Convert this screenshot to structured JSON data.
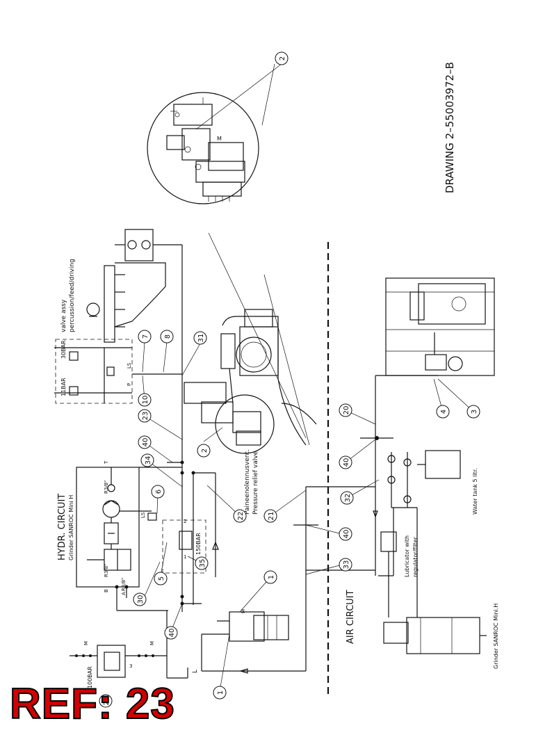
{
  "drawing_number": "DRAWING 2–55003972–B",
  "reference_label": "REF: 23",
  "reference_color": "#d40000",
  "sections": {
    "hydraulic_title": "HYDR. CIRCUIT",
    "hydraulic_subtitle": "Grinder SANROC Mini H",
    "air_title": "AIR CIRCUIT",
    "air_subtitle": "Grinder SANROC Mini.H"
  },
  "labels": {
    "valve_assy_1": "valve assy",
    "valve_assy_2": "percussion/feed/driving",
    "relief_fi": "Paineenolennusvent.",
    "relief_en": "Pressure relief valve",
    "water_tank": "Water tank 5 litr.",
    "lubricator_1": "Lubricator with",
    "lubricator_2": "regulator/filter",
    "bar_30": "30BAR",
    "bar_11": "11BAR",
    "bar_150": "150BAR",
    "bar_100": "100BAR",
    "port_r38_a": "R3/8\"",
    "port_r38_b": "R3/8\"",
    "port_r38_c": "R3/8\"",
    "port_t": "T",
    "port_a": "A",
    "port_b": "B",
    "port_ls": "LS",
    "port_p": "P",
    "port_ls2": "LS",
    "port_m1": "M",
    "port_m2": "M",
    "port_m3": "M",
    "num_1": "1",
    "num_2": "2",
    "num_3": "3",
    "num_l": "L"
  },
  "balloons": [
    "2",
    "7",
    "8",
    "31",
    "10",
    "23",
    "40",
    "2",
    "34",
    "6",
    "22",
    "21",
    "40",
    "40",
    "20",
    "4",
    "3",
    "32",
    "33",
    "35",
    "5",
    "30",
    "1",
    "40",
    "28",
    "1"
  ]
}
